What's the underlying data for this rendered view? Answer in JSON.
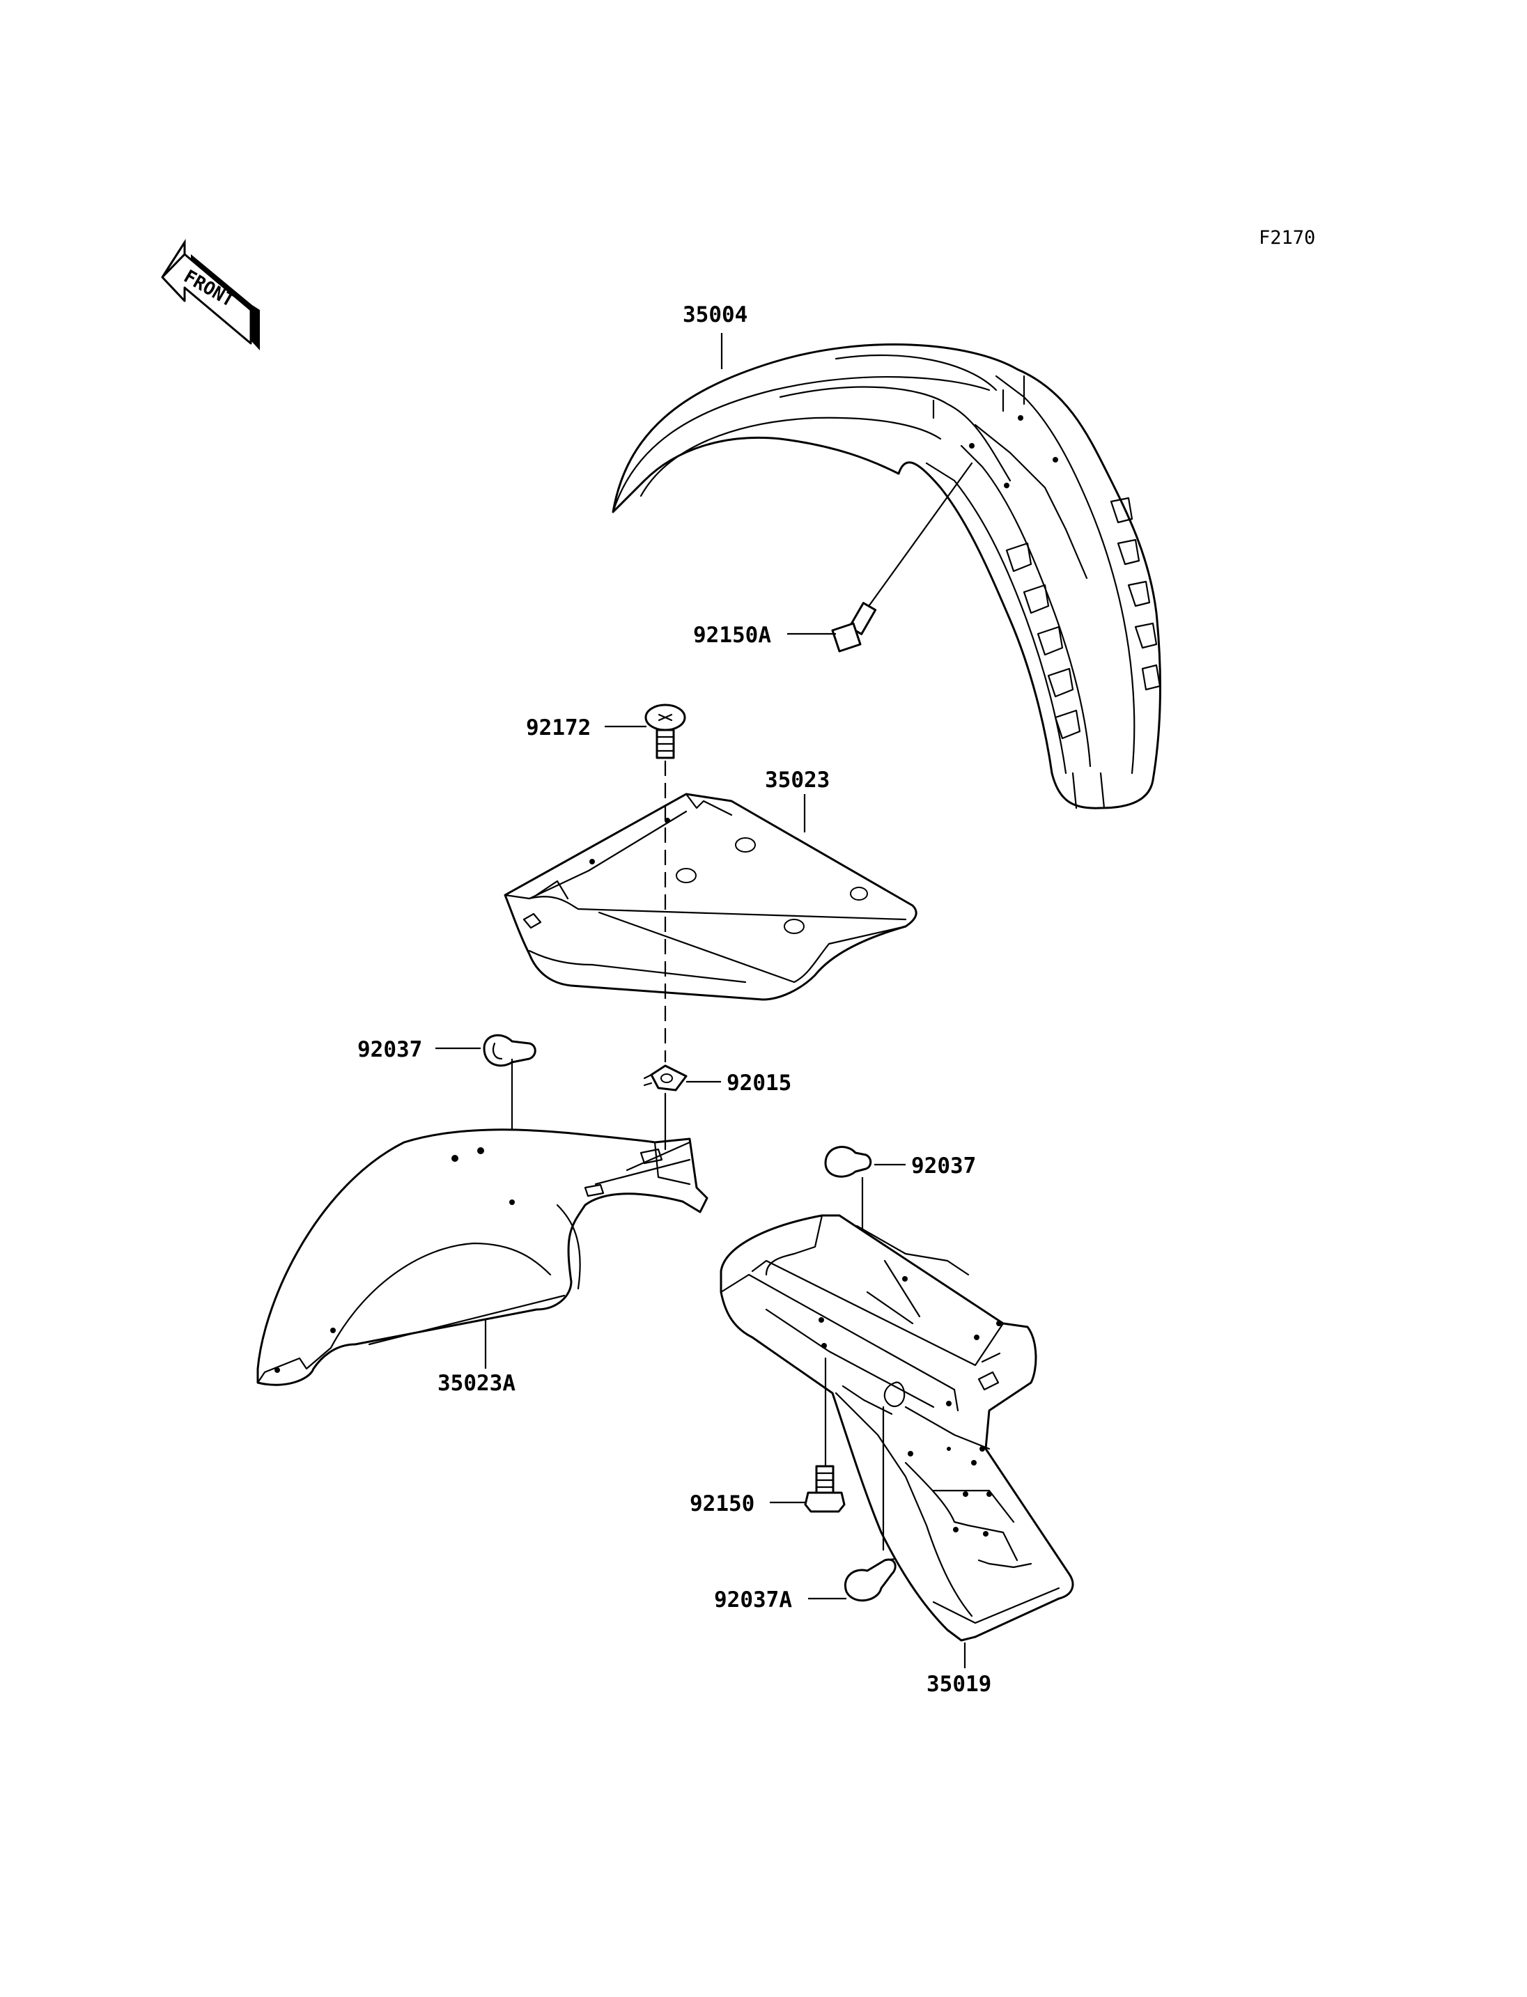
{
  "figure_code": "F2170",
  "front_label": "FRONT",
  "parts": {
    "front_fender": "35004",
    "front_fender_bolt": "92150A",
    "top_screw": "92172",
    "rear_flap": "35023",
    "clip_nut": "92015",
    "clamp_left": "92037",
    "inner_fender": "35023A",
    "clamp_right": "92037",
    "rear_fender_bolt": "92150",
    "clamp_lower": "92037A",
    "rear_fender": "35019"
  }
}
